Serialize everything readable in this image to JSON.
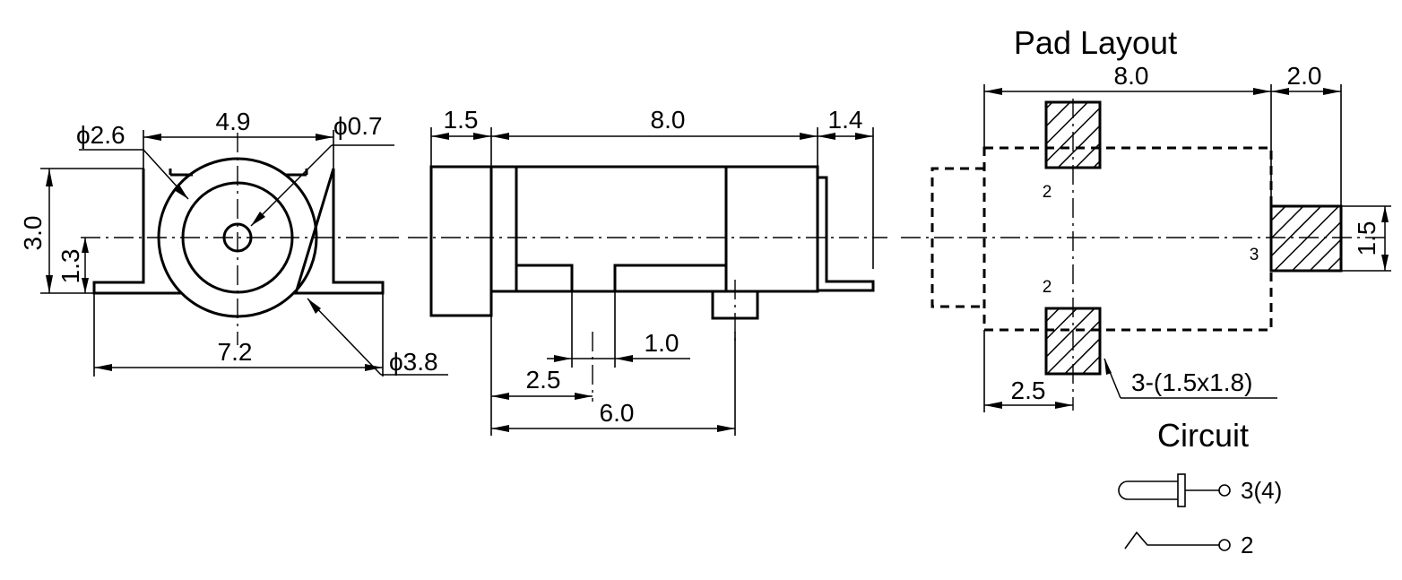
{
  "front_view": {
    "dia_outer": "ϕ2.6",
    "width_top": "4.9",
    "dia_pin": "ϕ0.7",
    "height": "3.0",
    "center_height": "1.3",
    "width_bottom": "7.2",
    "dia_body": "ϕ3.8"
  },
  "side_view": {
    "front_len": "1.5",
    "body_len": "8.0",
    "tail_len": "1.4",
    "slot": "1.0",
    "pin_offset": "2.5",
    "pin_span": "6.0"
  },
  "pad_layout": {
    "title": "Pad Layout",
    "width": "8.0",
    "pad3_width": "2.0",
    "pad3_height": "1.5",
    "pad_offset": "2.5",
    "pad_size": "3-(1.5x1.8)",
    "label_top": "2",
    "label_bottom": "2",
    "label_right": "3"
  },
  "circuit": {
    "title": "Circuit",
    "terminal_a": "3(4)",
    "terminal_b": "2"
  }
}
